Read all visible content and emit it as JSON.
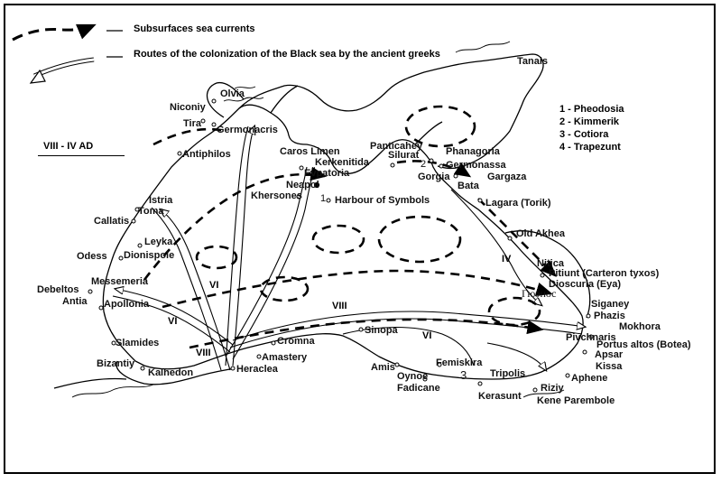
{
  "legend": {
    "currents_label": "Subsurfaces sea currents",
    "routes_label": "Routes of the colonization of the Black sea by the ancient greeks"
  },
  "period": "VIII - IV AD",
  "key": [
    "1 - Pheodosia",
    "2 - Kimmerik",
    "3 - Cotiora",
    "4 - Trapezunt"
  ],
  "sea_label": "Гюэнос",
  "roman_numerals": {
    "r_vi_west": "VI",
    "r_vi_southwest": "VI",
    "r_viii_south": "VIII",
    "r_viii_center": "VIII",
    "r_vi_southeast": "VI",
    "r_iv_east": "IV"
  },
  "numbers_on_map": {
    "n1": "1",
    "n2": "2",
    "n3": "3"
  },
  "places": {
    "tanais": "Tanais",
    "olvia": "Olvia",
    "niconiy": "Niconiy",
    "tira": "Tira",
    "germonacris": "Germonacris",
    "antiphilos": "Antiphilos",
    "caros_limen": "Caros Limen",
    "kerkenitida": "Kerkenitida",
    "evpatoria": "Evpatoria",
    "neapol": "Neapol",
    "khersones": "Khersones",
    "harbour": "Harbour of Symbols",
    "panticahey": "Panticahey",
    "silurat": "Silurat",
    "phanagoria": "Phanagoria",
    "germonassa": "Germonassa",
    "gargaza": "Gargaza",
    "gorgia": "Gorgia",
    "bata": "Bata",
    "lagara": "Lagara (Torik)",
    "old_akhea": "Old Akhea",
    "nitica": "Nitica",
    "pitiunt": "Pitiunt (Carteron tyxos)",
    "dioscuria": "Dioscuria (Eya)",
    "siganey": "Siganey",
    "phazis": "Phazis",
    "mokhora": "Mokhora",
    "pivchnaris": "Pivchnaris",
    "portus_altos": "Portus altos (Botea)",
    "apsar": "Apsar",
    "kissa": "Kissa",
    "aphene": "Aphene",
    "riziy": "Riziy",
    "kene_parembole": "Kene Parembole",
    "tripolis": "Tripolis",
    "kerasunt": "Kerasunt",
    "femiskira": "Femiskira",
    "fadicane": "Fadicane",
    "oynoe": "Oynoe",
    "amis": "Amis",
    "sinopa": "Sinopa",
    "cromna": "Cromna",
    "amastery": "Amastery",
    "heraclea": "Heraclea",
    "kalhedon": "Kalhedon",
    "bizantiy": "Bizantiy",
    "slamides": "Slamides",
    "apollonia": "Apollonia",
    "antia": "Antia",
    "debeltos": "Debeltos",
    "messemeria": "Messemeria",
    "odess": "Odess",
    "dionispole": "Dionispole",
    "leyka": "Leyka",
    "callatis": "Callatis",
    "toma": "Toma",
    "istria": "Istria"
  }
}
